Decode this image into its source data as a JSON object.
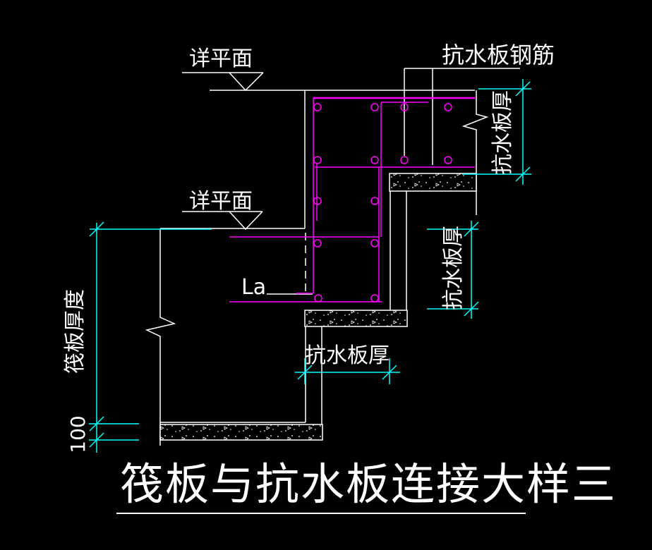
{
  "title": "筏板与抗水板连接大样三",
  "annotations": {
    "plan_note_top": "详平面",
    "plan_note_mid": "详平面",
    "rebar_note": "抗水板钢筋",
    "anchorage": "La"
  },
  "dimensions": {
    "right_top": "抗水板厚",
    "right_mid": "抗水板厚",
    "bottom": "抗水板厚",
    "left": "筏板厚度",
    "cushion": "100"
  },
  "colors": {
    "background": "#000000",
    "outline": "#ffffff",
    "rebar": "#ff00ff",
    "dimension": "#00ffff",
    "text": "#ffffff"
  }
}
